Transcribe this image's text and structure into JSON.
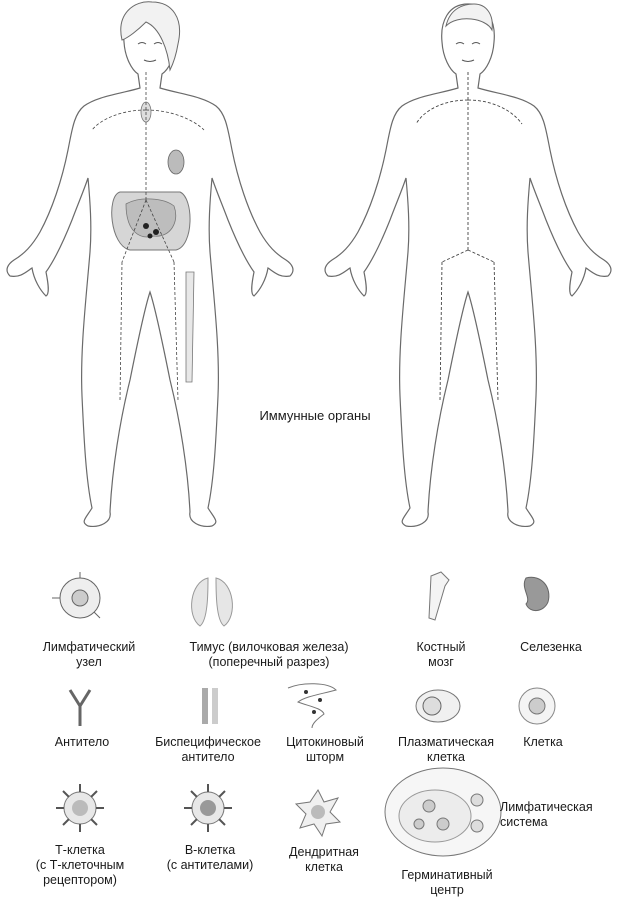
{
  "title": "Иммунные органы",
  "legend": [
    {
      "id": "lymph-node",
      "lines": [
        "Лимфатический",
        "узел"
      ]
    },
    {
      "id": "thymus",
      "lines": [
        "Тимус (вилочковая железа)",
        "(поперечный разрез)"
      ]
    },
    {
      "id": "bone-marrow",
      "lines": [
        "Костный",
        "мозг"
      ]
    },
    {
      "id": "spleen",
      "lines": [
        "Селезенка"
      ]
    },
    {
      "id": "antibody",
      "lines": [
        "Антитело"
      ]
    },
    {
      "id": "bispecific-antibody",
      "lines": [
        "Биспецифическое",
        "антитело"
      ]
    },
    {
      "id": "cytokine-storm",
      "lines": [
        "Цитокиновый",
        "шторм"
      ]
    },
    {
      "id": "plasma-cell",
      "lines": [
        "Плазматическая",
        "клетка"
      ]
    },
    {
      "id": "cell",
      "lines": [
        "Клетка"
      ]
    },
    {
      "id": "t-cell",
      "lines": [
        "Т-клетка",
        "(с Т-клеточным",
        "рецептором)"
      ]
    },
    {
      "id": "b-cell",
      "lines": [
        "В-клетка",
        "(с антителами)"
      ]
    },
    {
      "id": "dendritic-cell",
      "lines": [
        "Дендритная",
        "клетка"
      ]
    },
    {
      "id": "germinal-center",
      "lines": [
        "Герминативный",
        "центр"
      ]
    },
    {
      "id": "lymphatic-system",
      "lines": [
        "Лимфатическая",
        "система"
      ]
    }
  ]
}
